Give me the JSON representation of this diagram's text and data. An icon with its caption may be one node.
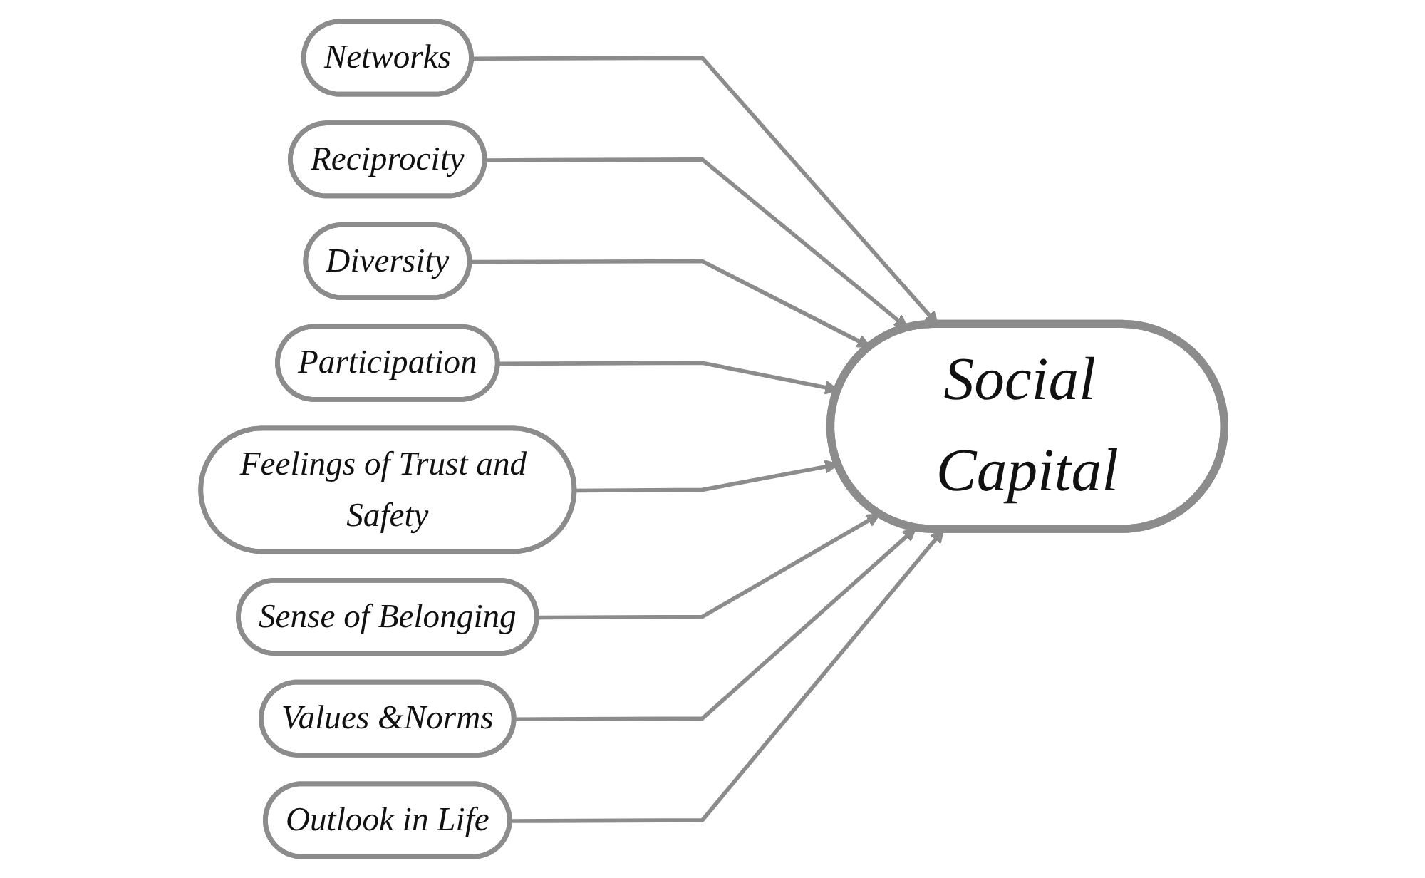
{
  "diagram": {
    "nodes": [
      {
        "text": [
          "Networks"
        ]
      },
      {
        "text": [
          "Reciprocity"
        ]
      },
      {
        "text": [
          "Diversity"
        ]
      },
      {
        "text": [
          "Participation"
        ]
      },
      {
        "text": [
          "Feelings of Trust and Safety"
        ]
      },
      {
        "text": [
          "Social Capital"
        ]
      },
      {
        "text": [
          "Sense of Belonging"
        ]
      },
      {
        "text": [
          "Values &Norms"
        ]
      },
      {
        "text": [
          "Outlook in Life"
        ]
      }
    ],
    "edges": [
      {
        "from": 0,
        "to": 5,
        "arrow": "to"
      },
      {
        "from": 1,
        "to": 5,
        "arrow": "to"
      },
      {
        "from": 2,
        "to": 5,
        "arrow": "to"
      },
      {
        "from": 3,
        "to": 5,
        "arrow": "to"
      },
      {
        "from": 4,
        "to": 5,
        "arrow": "to"
      },
      {
        "from": 6,
        "to": 5,
        "arrow": "to"
      },
      {
        "from": 7,
        "to": 5,
        "arrow": "to"
      },
      {
        "from": 8,
        "to": 5,
        "arrow": "to"
      }
    ]
  }
}
